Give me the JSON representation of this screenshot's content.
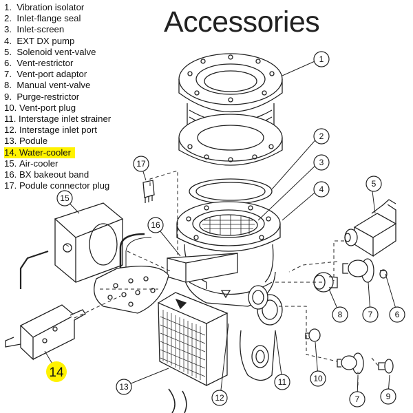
{
  "title": "Accessories",
  "parts": [
    {
      "num": "1.",
      "name": "Vibration isolator"
    },
    {
      "num": "2.",
      "name": "Inlet-flange seal"
    },
    {
      "num": "3.",
      "name": "Inlet-screen"
    },
    {
      "num": "4.",
      "name": "EXT DX pump"
    },
    {
      "num": "5.",
      "name": "Solenoid vent-valve"
    },
    {
      "num": "6.",
      "name": "Vent-restrictor"
    },
    {
      "num": "7.",
      "name": "Vent-port adaptor"
    },
    {
      "num": "8.",
      "name": "Manual vent-valve"
    },
    {
      "num": "9.",
      "name": "Purge-restrictor"
    },
    {
      "num": "10.",
      "name": "Vent-port plug"
    },
    {
      "num": "11.",
      "name": "Interstage inlet strainer"
    },
    {
      "num": "12.",
      "name": "Interstage inlet port"
    },
    {
      "num": "13.",
      "name": "Podule"
    },
    {
      "num": "14.",
      "name": "Water-cooler"
    },
    {
      "num": "15.",
      "name": "Air-cooler"
    },
    {
      "num": "16.",
      "name": "BX bakeout band"
    },
    {
      "num": "17.",
      "name": "Podule connector plug"
    }
  ],
  "highlighted_item": "14",
  "highlight_color": "#fff200",
  "callouts": {
    "c1": "1",
    "c2": "2",
    "c3": "3",
    "c4": "4",
    "c5": "5",
    "c6": "6",
    "c7a": "7",
    "c7b": "7",
    "c8": "8",
    "c9": "9",
    "c10": "10",
    "c11": "11",
    "c12": "12",
    "c13": "13",
    "c14": "14",
    "c15": "15",
    "c16": "16",
    "c17": "17"
  }
}
